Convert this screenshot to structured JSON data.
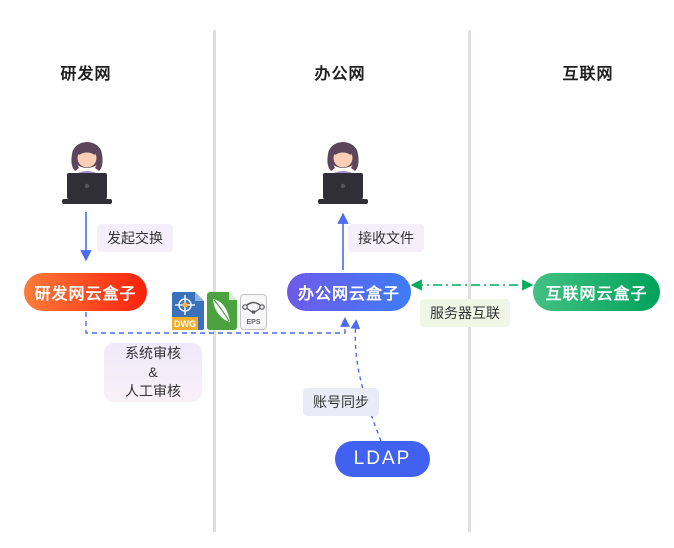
{
  "zones": [
    {
      "label": "研发网"
    },
    {
      "label": "办公网"
    },
    {
      "label": "互联网"
    }
  ],
  "nodes": {
    "rd_box": {
      "label": "研发网云盒子",
      "color_left": "#ff7b3b",
      "color_right": "#f8220b"
    },
    "office_box": {
      "label": "办公网云盒子",
      "color_left": "#6e5ae8",
      "color_right": "#3e7cf8"
    },
    "internet_box": {
      "label": "互联网云盒子",
      "color_left": "#43c184",
      "color_right": "#00a25b"
    },
    "ldap": {
      "label": "LDAP",
      "color": "#4161f1"
    }
  },
  "edges": {
    "initiate": {
      "label": "发起交换",
      "from": "rd-user",
      "to": "rd_box",
      "style": "solid-blue-arrow"
    },
    "receive": {
      "label": "接收文件",
      "from": "office_box",
      "to": "office-user",
      "style": "solid-blue-arrow"
    },
    "review": {
      "lines": [
        "系统审核",
        "&",
        "人工审核"
      ],
      "from": "rd_box",
      "to": "office_box",
      "style": "dashed-blue-arrow"
    },
    "account_sync": {
      "label": "账号同步",
      "from": "ldap",
      "to": "office_box",
      "style": "dashed-blue-curve"
    },
    "server_link": {
      "label": "服务器互联",
      "from": "office_box",
      "to": "internet_box",
      "style": "dash-dot-green-double-arrow"
    }
  },
  "file_icons": [
    {
      "name": "dwg-file-icon",
      "label": "DWG"
    },
    {
      "name": "vector-leaf-file-icon",
      "label": ""
    },
    {
      "name": "eps-file-icon",
      "label": "EPS"
    }
  ],
  "colors": {
    "arrow_blue": "#4a6bf6",
    "arrow_green": "#00ab5c",
    "divider": "#dcdde6",
    "label_bg_purple": "#f4effb",
    "label_bg_green": "#f0f7e7",
    "label_bg_blue": "#e9ecf6"
  }
}
